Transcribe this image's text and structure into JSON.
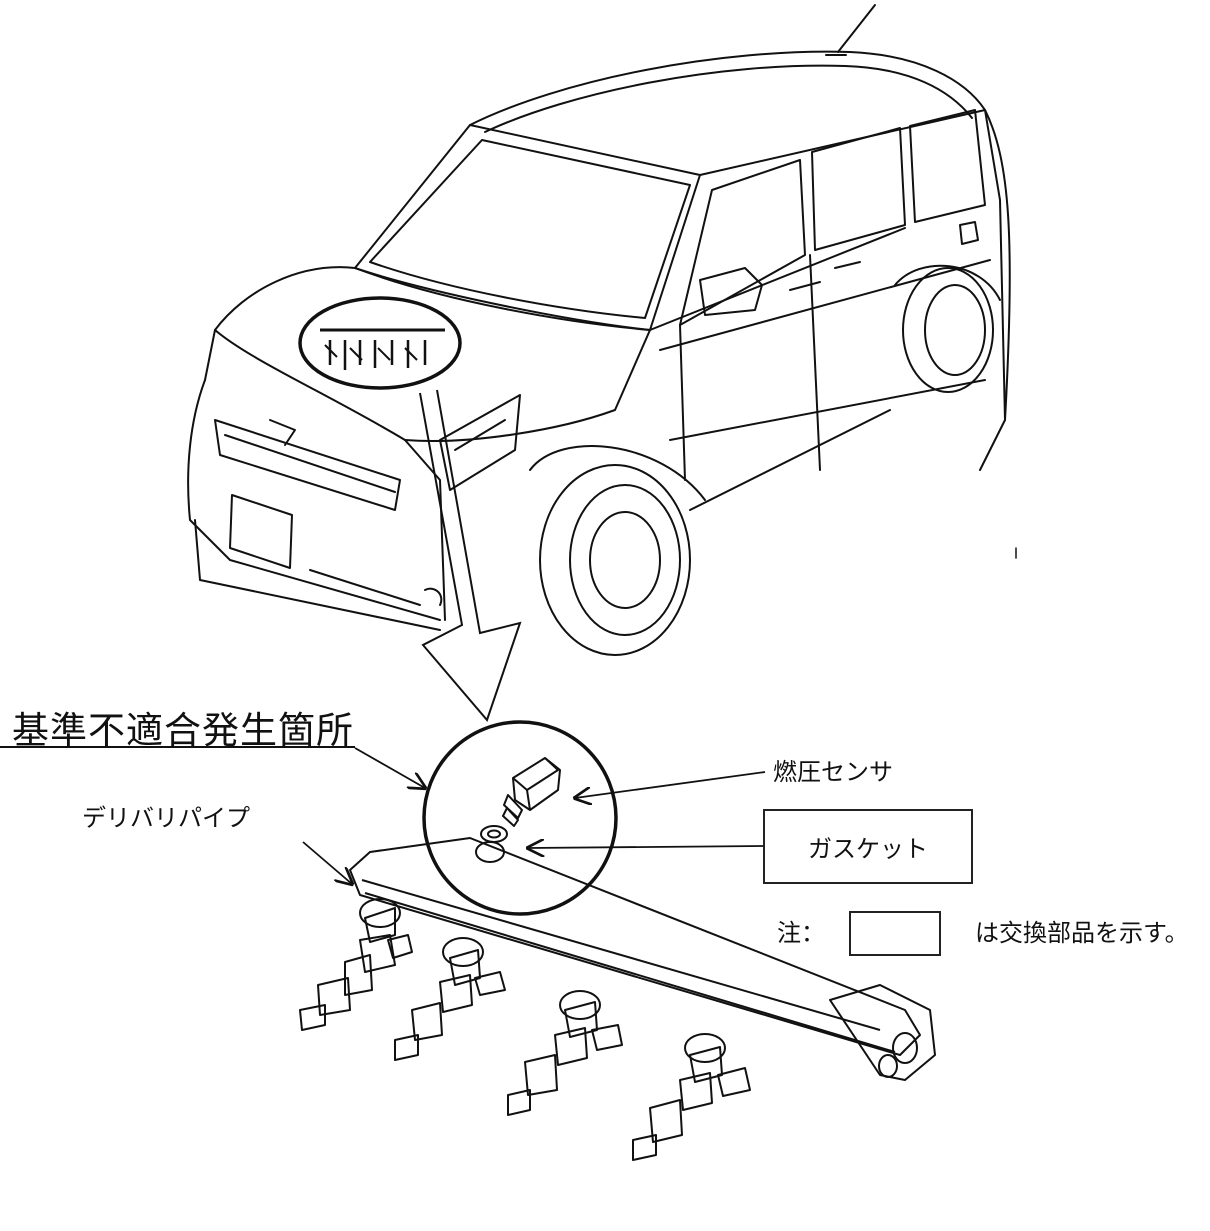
{
  "labels": {
    "nonconformity_location": "基準不適合発生箇所",
    "fuel_pressure_sensor": "燃圧センサ",
    "delivery_pipe": "デリバリパイプ",
    "gasket": "ガスケット",
    "note_prefix": "注：",
    "note_suffix": "は交換部品を示す。"
  }
}
